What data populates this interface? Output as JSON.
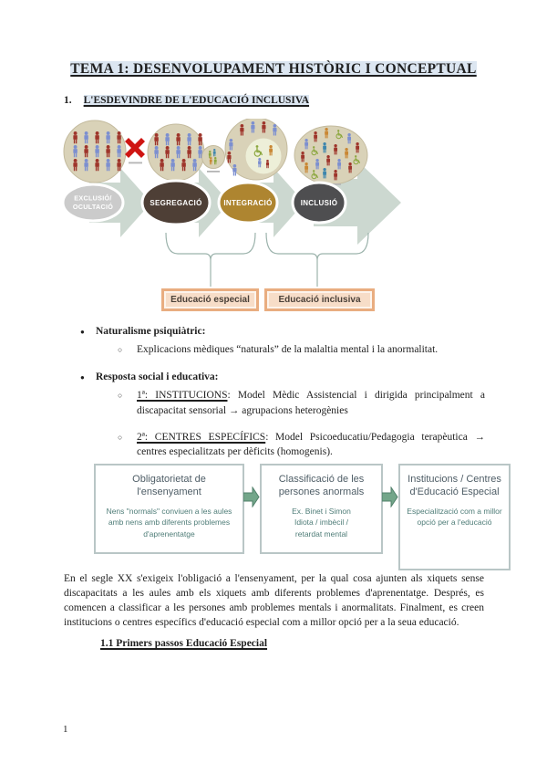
{
  "title": "TEMA 1: DESENVOLUPAMENT HISTÒRIC I CONCEPTUAL",
  "section": {
    "number": "1.",
    "heading": "L'ESDEVINDRE DE L'EDUCACIÓ INCLUSIVA"
  },
  "stage_diagram": {
    "arrow_color": "#ccd8d0",
    "stages": [
      {
        "line1": "EXCLUSIÓ/",
        "line2": "OCULTACIÓ",
        "color": "#cbcbcb"
      },
      {
        "line1": "SEGREGACIÓ",
        "color": "#4e3f36"
      },
      {
        "line1": "INTEGRACIÓ",
        "color": "#ae8530"
      },
      {
        "line1": "INCLUSIÓ",
        "color": "#4e4e50"
      }
    ],
    "outcome_labels": {
      "left": "Educació especial",
      "right": "Educació inclusiva"
    }
  },
  "markers": {
    "bullet": "●",
    "sub": "○"
  },
  "bullets": [
    {
      "title": "Naturalisme psiquiàtric:",
      "subitems": [
        {
          "text": "Explicacions mèdiques “naturals” de la malaltia mental i la anormalitat."
        }
      ]
    },
    {
      "title": "Resposta social i educativa:",
      "subitems": [
        {
          "underlined": "1ª: INSTITUCIONS",
          "rest": ": Model Mèdic Assistencial i dirigida principalment a discapacitat sensorial → agrupacions heterogènies"
        },
        {
          "underlined": "2ª: CENTRES ESPECÍFICS",
          "rest": ": Model Psicoeducatiu/Pedagogia terapèutica → centres especialitzats per dèficits (homogenis)."
        }
      ]
    }
  ],
  "flow_diagram": {
    "arrow_color": "#73a68a",
    "boxes": [
      {
        "title": "Obligatorietat de l'ensenyament",
        "body": "Nens \"normals\" conviuen a les aules amb nens amb diferents problemes d'aprenentatge"
      },
      {
        "title": "Classificació de les persones anormals",
        "body": "Ex. Binet i Simon\nIdiota / imbècil /\nretardat mental"
      },
      {
        "title": "Institucions / Centres d'Educació Especial",
        "body": "Especialització com a millor opció per a l'educació"
      }
    ]
  },
  "paragraph": "En el segle XX s'exigeix l'obligació a l'ensenyament, per la qual cosa ajunten als xiquets sense discapacitats a les aules amb els xiquets amb diferents problemes d'aprenentatge. Després, es comencen a classificar a les persones amb problemes mentals i anormalitats. Finalment, es creen institucions o centres específics d'educació especial com a millor opció per a la seua educació.",
  "subheading": "1.1 Primers passos Educació Especial",
  "page_number": "1"
}
